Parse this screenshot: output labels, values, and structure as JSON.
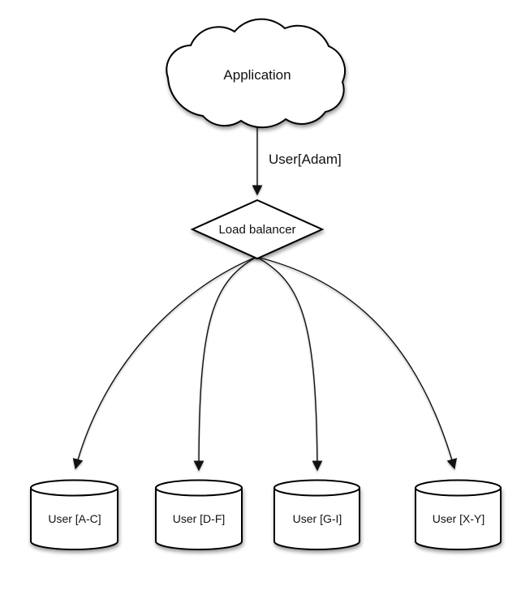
{
  "diagram": {
    "background_color": "#ffffff",
    "node_fill_color": "#ffffff",
    "line_color": "#000000",
    "nodes": {
      "application": {
        "label": "Application",
        "shape": "cloud"
      },
      "load_balancer": {
        "label": "Load balancer",
        "shape": "diamond"
      },
      "shards": [
        {
          "label": "User [A-C]",
          "shape": "cylinder"
        },
        {
          "label": "User [D-F]",
          "shape": "cylinder"
        },
        {
          "label": "User [G-I]",
          "shape": "cylinder"
        },
        {
          "label": "User [X-Y]",
          "shape": "cylinder"
        }
      ]
    },
    "edges": {
      "app_to_balancer": {
        "from": "application",
        "to": "load_balancer",
        "label": "User[Adam]"
      },
      "balancer_to_shards": {
        "from": "load_balancer",
        "to": [
          "User [A-C]",
          "User [D-F]",
          "User [G-I]",
          "User [X-Y]"
        ]
      }
    }
  }
}
